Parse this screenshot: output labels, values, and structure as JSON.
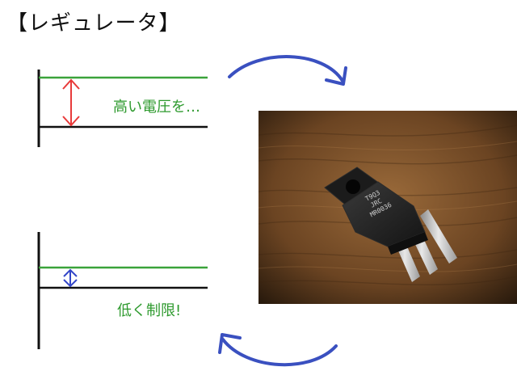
{
  "title": "【レギュレータ】",
  "upper_panel": {
    "label": "高い電圧を…"
  },
  "lower_panel": {
    "label": "低く制限!"
  },
  "photo": {
    "chip_marking_lines": [
      "T9Q3",
      "JRC",
      "MR0036"
    ]
  },
  "colors": {
    "green_line": "#3aa33a",
    "label_text": "#2e9a2e",
    "red_arrow": "#e83a3a",
    "blue_arrow": "#3346c8",
    "curved_arrows": "#3a50c0",
    "baseline": "#111111"
  }
}
